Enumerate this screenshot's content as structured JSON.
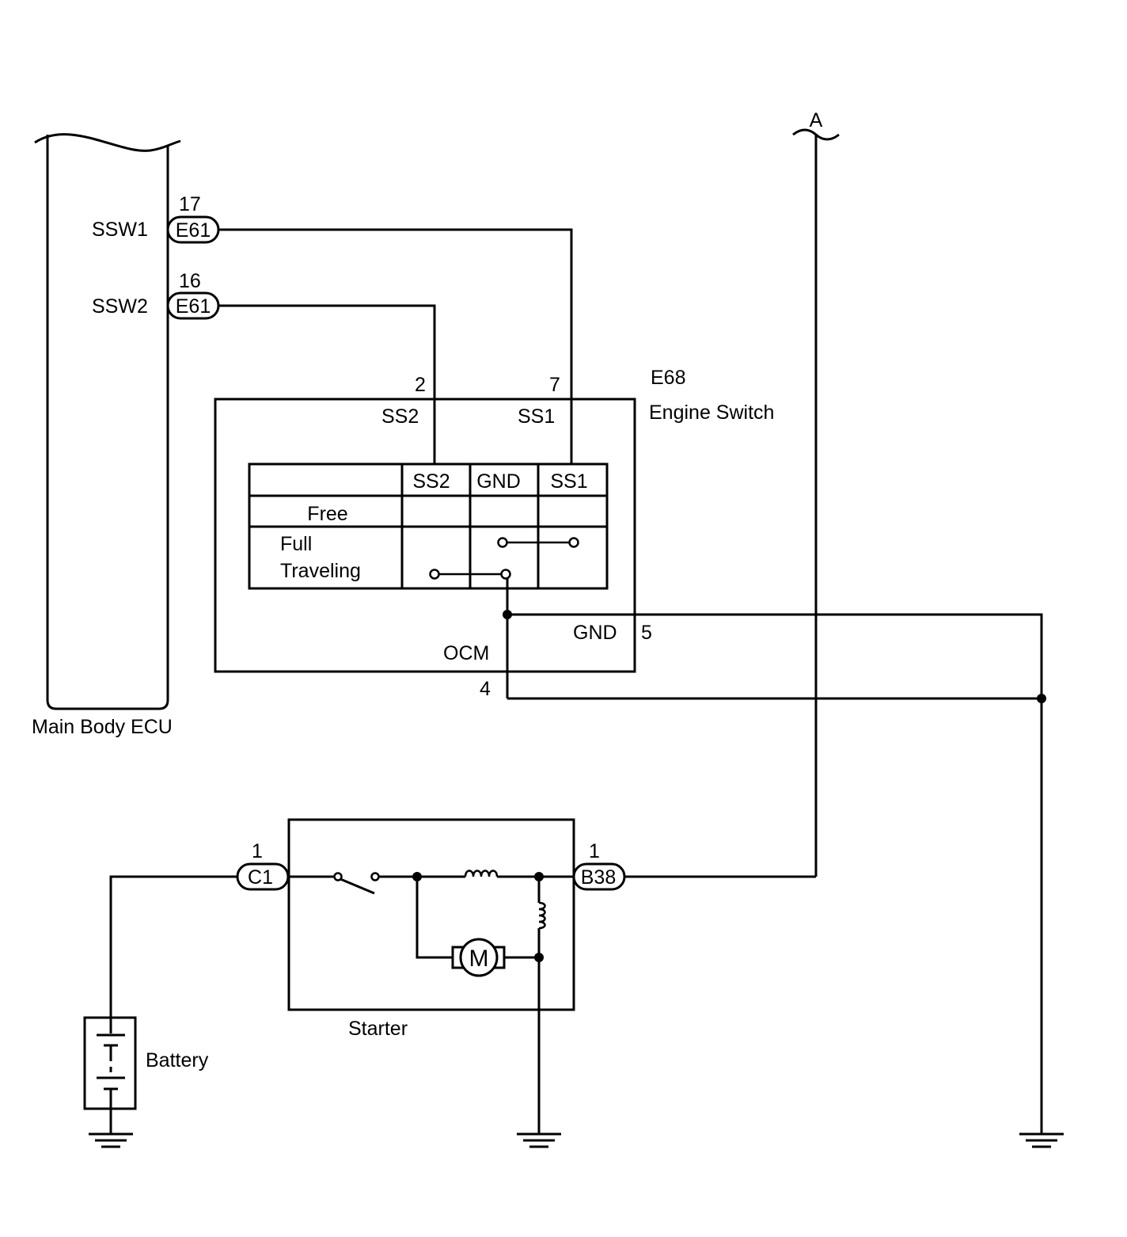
{
  "ecu": {
    "name": "Main Body ECU",
    "ssw1": {
      "label": "SSW1",
      "pin": "17",
      "connector": "E61"
    },
    "ssw2": {
      "label": "SSW2",
      "pin": "16",
      "connector": "E61"
    }
  },
  "engine_switch": {
    "connector": "E68",
    "name": "Engine Switch",
    "pin_ss2": "2",
    "pin_ss1": "7",
    "label_ss2": "SS2",
    "label_ss1": "SS1",
    "label_gnd": "GND",
    "pin_gnd": "5",
    "label_ocm": "OCM",
    "pin_ocm": "4",
    "table": {
      "headers": [
        "",
        "SS2",
        "GND",
        "SS1"
      ],
      "rows": [
        "Free",
        "Full",
        "Traveling"
      ]
    }
  },
  "starter": {
    "name": "Starter",
    "motor_symbol": "M",
    "left_pin": "1",
    "left_connector": "C1",
    "right_pin": "1",
    "right_connector": "B38"
  },
  "battery": {
    "name": "Battery"
  },
  "off_page_marker": "A"
}
